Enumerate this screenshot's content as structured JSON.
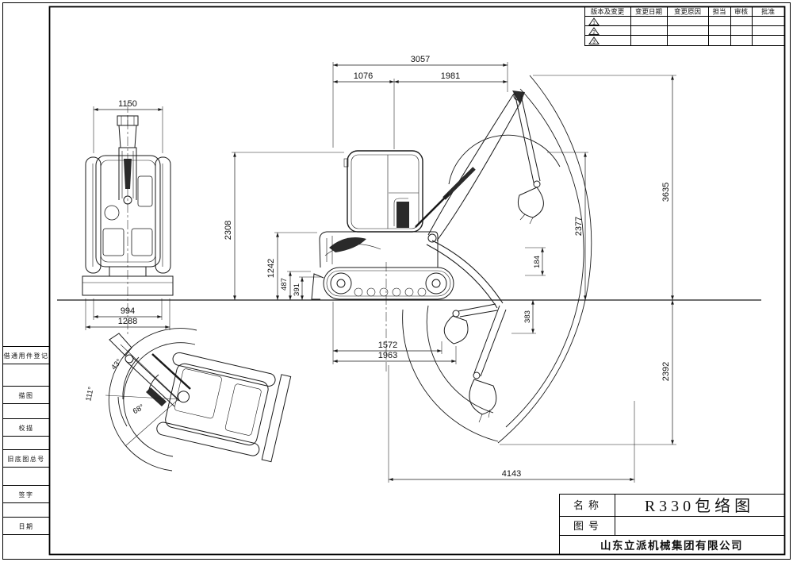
{
  "revision_table": {
    "headers": [
      "版本及变更",
      "变更日期",
      "变更原因",
      "担当",
      "审核",
      "批准"
    ],
    "rows": [
      {
        "mark": "1"
      },
      {
        "mark": "2"
      },
      {
        "mark": "3"
      }
    ]
  },
  "margin_labels": [
    "借通用件登记",
    "描图",
    "校描",
    "旧底图总号",
    "签字",
    "日期"
  ],
  "title_block": {
    "name_label": "名称",
    "name_value": "R330包络图",
    "number_label": "图号",
    "number_value": "",
    "company": "山东立派机械集团有限公司"
  },
  "dims": {
    "overall_top": "3057",
    "seg_rear": "1076",
    "seg_front": "1981",
    "top_view_width": "1150",
    "cab_height": "2308",
    "hood_height": "1242",
    "blade_height": "487",
    "track_height": "391",
    "track_gauge": "994",
    "track_overall_width": "1288",
    "tail_radius": "1572",
    "front_radius": "1963",
    "arm_height": "2377",
    "pin_height": "184",
    "below_ground": "383",
    "max_cut_height": "3635",
    "max_dig_depth": "2392",
    "max_dig_radius": "4143",
    "swing_angle_a": "43°",
    "swing_angle_b": "111°",
    "swing_angle_c": "68°"
  }
}
